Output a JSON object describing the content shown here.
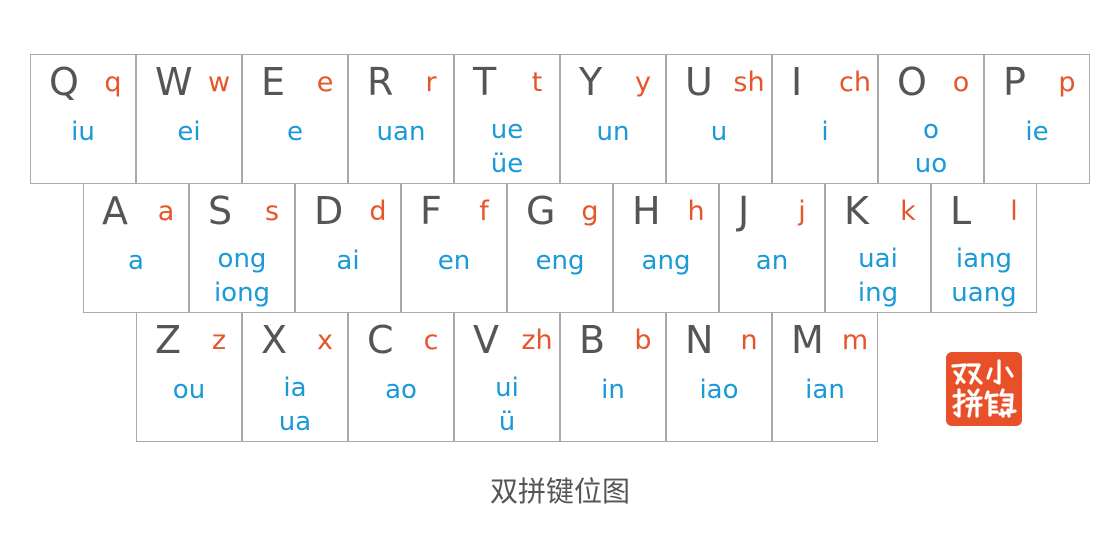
{
  "rows": [
    [
      {
        "letter": "Q",
        "initial": "q",
        "finals": [
          "iu"
        ]
      },
      {
        "letter": "W",
        "initial": "w",
        "finals": [
          "ei"
        ]
      },
      {
        "letter": "E",
        "initial": "e",
        "finals": [
          "e"
        ]
      },
      {
        "letter": "R",
        "initial": "r",
        "finals": [
          "uan"
        ]
      },
      {
        "letter": "T",
        "initial": "t",
        "finals": [
          "ue",
          "üe"
        ]
      },
      {
        "letter": "Y",
        "initial": "y",
        "finals": [
          "un"
        ]
      },
      {
        "letter": "U",
        "initial": "sh",
        "finals": [
          "u"
        ]
      },
      {
        "letter": "I",
        "initial": "ch",
        "finals": [
          "i"
        ]
      },
      {
        "letter": "O",
        "initial": "o",
        "finals": [
          "o",
          "uo"
        ]
      },
      {
        "letter": "P",
        "initial": "p",
        "finals": [
          "ie"
        ]
      }
    ],
    [
      {
        "letter": "A",
        "initial": "a",
        "finals": [
          "a"
        ]
      },
      {
        "letter": "S",
        "initial": "s",
        "finals": [
          "ong",
          "iong"
        ]
      },
      {
        "letter": "D",
        "initial": "d",
        "finals": [
          "ai"
        ]
      },
      {
        "letter": "F",
        "initial": "f",
        "finals": [
          "en"
        ]
      },
      {
        "letter": "G",
        "initial": "g",
        "finals": [
          "eng"
        ]
      },
      {
        "letter": "H",
        "initial": "h",
        "finals": [
          "ang"
        ]
      },
      {
        "letter": "J",
        "initial": "j",
        "finals": [
          "an"
        ]
      },
      {
        "letter": "K",
        "initial": "k",
        "finals": [
          "uai",
          "ing"
        ]
      },
      {
        "letter": "L",
        "initial": "l",
        "finals": [
          "iang",
          "uang"
        ]
      }
    ],
    [
      {
        "letter": "Z",
        "initial": "z",
        "finals": [
          "ou"
        ]
      },
      {
        "letter": "X",
        "initial": "x",
        "finals": [
          "ia",
          "ua"
        ]
      },
      {
        "letter": "C",
        "initial": "c",
        "finals": [
          "ao"
        ]
      },
      {
        "letter": "V",
        "initial": "zh",
        "finals": [
          "ui",
          "ü"
        ]
      },
      {
        "letter": "B",
        "initial": "b",
        "finals": [
          "in"
        ]
      },
      {
        "letter": "N",
        "initial": "n",
        "finals": [
          "iao"
        ]
      },
      {
        "letter": "M",
        "initial": "m",
        "finals": [
          "ian"
        ]
      }
    ]
  ],
  "caption": "双拼键位图",
  "seal": {
    "text": "双小拼鹤",
    "color": "#e8502a"
  },
  "colors": {
    "letter": "#555555",
    "initial": "#e6562b",
    "final": "#1a9ad6",
    "border": "#a9a9a9"
  }
}
